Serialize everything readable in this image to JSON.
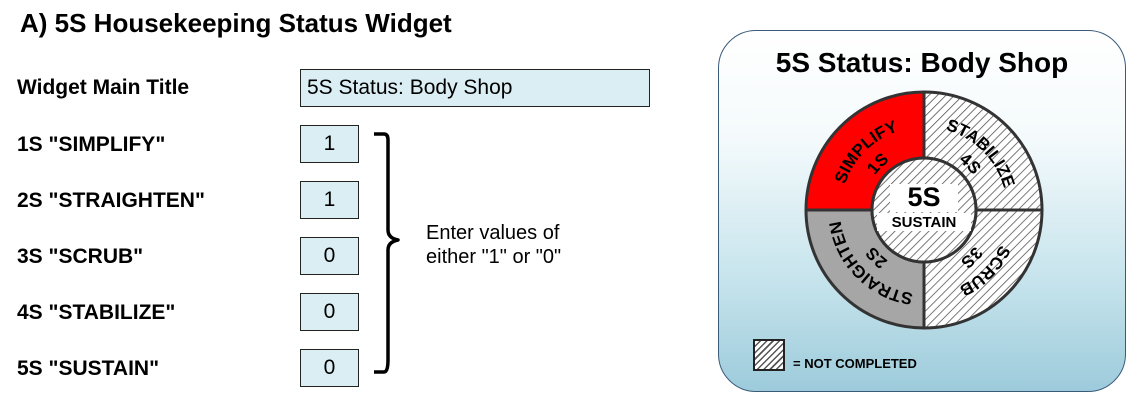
{
  "section_title": "A) 5S Housekeeping Status Widget",
  "form": {
    "title_label": "Widget Main Title",
    "title_value": "5S Status: Body Shop",
    "rows": [
      {
        "label": "1S \"SIMPLIFY\"",
        "value": "1"
      },
      {
        "label": "2S \"STRAIGHTEN\"",
        "value": "1"
      },
      {
        "label": "3S \"SCRUB\"",
        "value": "0"
      },
      {
        "label": "4S \"STABILIZE\"",
        "value": "0"
      },
      {
        "label": "5S \"SUSTAIN\"",
        "value": "0"
      }
    ],
    "hint": "Enter values of\neither \"1\" or \"0\""
  },
  "widget": {
    "title": "5S Status: Body Shop",
    "center_big": "5S",
    "center_small": "SUSTAIN",
    "segments": [
      {
        "num": "1S",
        "name": "SIMPLIFY",
        "status": "completed",
        "color": "#ff0000"
      },
      {
        "num": "4S",
        "name": "STABILIZE",
        "status": "not-completed"
      },
      {
        "num": "3S",
        "name": "SCRUB",
        "status": "not-completed"
      },
      {
        "num": "2S",
        "name": "STRAIGHTEN",
        "status": "completed",
        "color": "#a6a6a6"
      }
    ],
    "legend_text": "= NOT COMPLETED"
  }
}
